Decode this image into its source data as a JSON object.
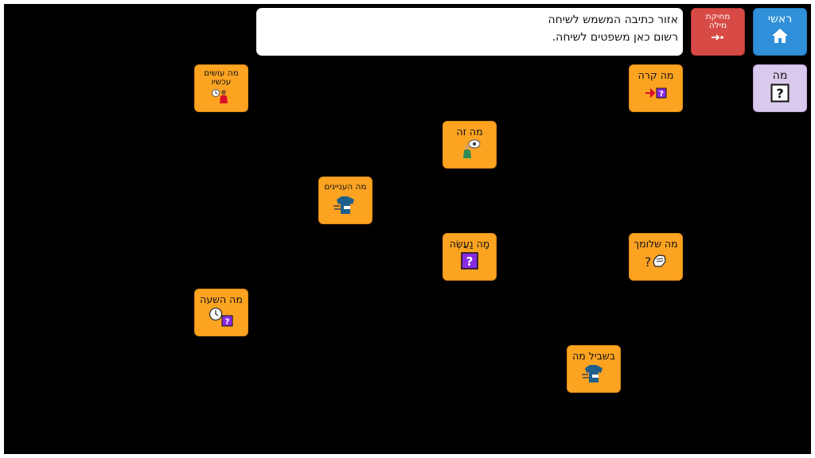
{
  "toolbar": {
    "home_label": "ראשי",
    "delete_label": "מחיקת מילה",
    "message": "אזור כתיבה המשמש לשיחה\nרשום כאן משפטים לשיחה."
  },
  "category": {
    "label": "מה"
  },
  "tiles": {
    "what_happened": "מה קרה",
    "what_doing_now": "מה עושים עכשיו",
    "what_is_this": "מה זה",
    "whats_up": "מה העניינים",
    "what_to_do": "מָה נַעֲשֶׂה",
    "how_are_you": "מה שלומך",
    "what_time": "מה השעה",
    "for_what": "בשביל מה"
  },
  "icons": {
    "home": "home-icon",
    "delete": "backspace-arrow-icon",
    "question": "question-box-icon"
  },
  "colors": {
    "tile": "#fca322",
    "category": "#d9c9ec",
    "home": "#2f8fd8",
    "delete": "#d84a45",
    "question": "#8a2be2"
  }
}
